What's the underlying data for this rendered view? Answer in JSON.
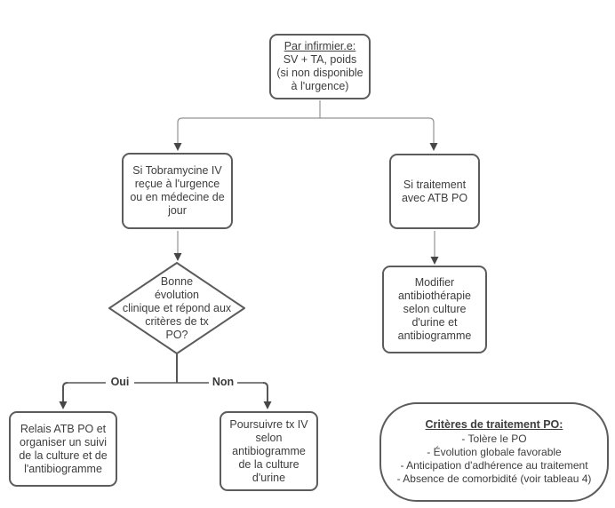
{
  "colors": {
    "background": "#ffffff",
    "shape_border": "#5c5c5c",
    "text": "#3d3d3d",
    "connector_light": "#929292",
    "connector_dark": "#565656",
    "arrowhead": "#474747"
  },
  "flowchart": {
    "start": {
      "title": "Par infirmier.e:",
      "body": "SV + TA, poids\n(si non disponible\nà l'urgence)"
    },
    "left_branch": {
      "text": "Si Tobramycine IV\nreçue à l'urgence\nou en médecine de\njour"
    },
    "right_branch": {
      "text": "Si traitement\navec ATB PO"
    },
    "decision": {
      "text": "Bonne\névolution\nclinique et répond aux\ncritères de tx\nPO?"
    },
    "modify": {
      "text": "Modifier\nantibiothérapie\nselon culture\nd'urine et\nantibiogramme"
    },
    "yes_label": "Oui",
    "no_label": "Non",
    "yes_outcome": {
      "text": "Relais ATB PO et\norganiser un suivi\nde la culture et de\nl'antibiogramme"
    },
    "no_outcome": {
      "text": "Poursuivre tx IV\nselon\nantibiogramme\nde la culture\nd'urine"
    },
    "criteria": {
      "title": "Critères de traitement PO:",
      "items": [
        "- Tolère le PO",
        "- Évolution globale favorable",
        "- Anticipation d'adhérence au traitement",
        "- Absence de comorbidité (voir tableau 4)"
      ]
    }
  }
}
